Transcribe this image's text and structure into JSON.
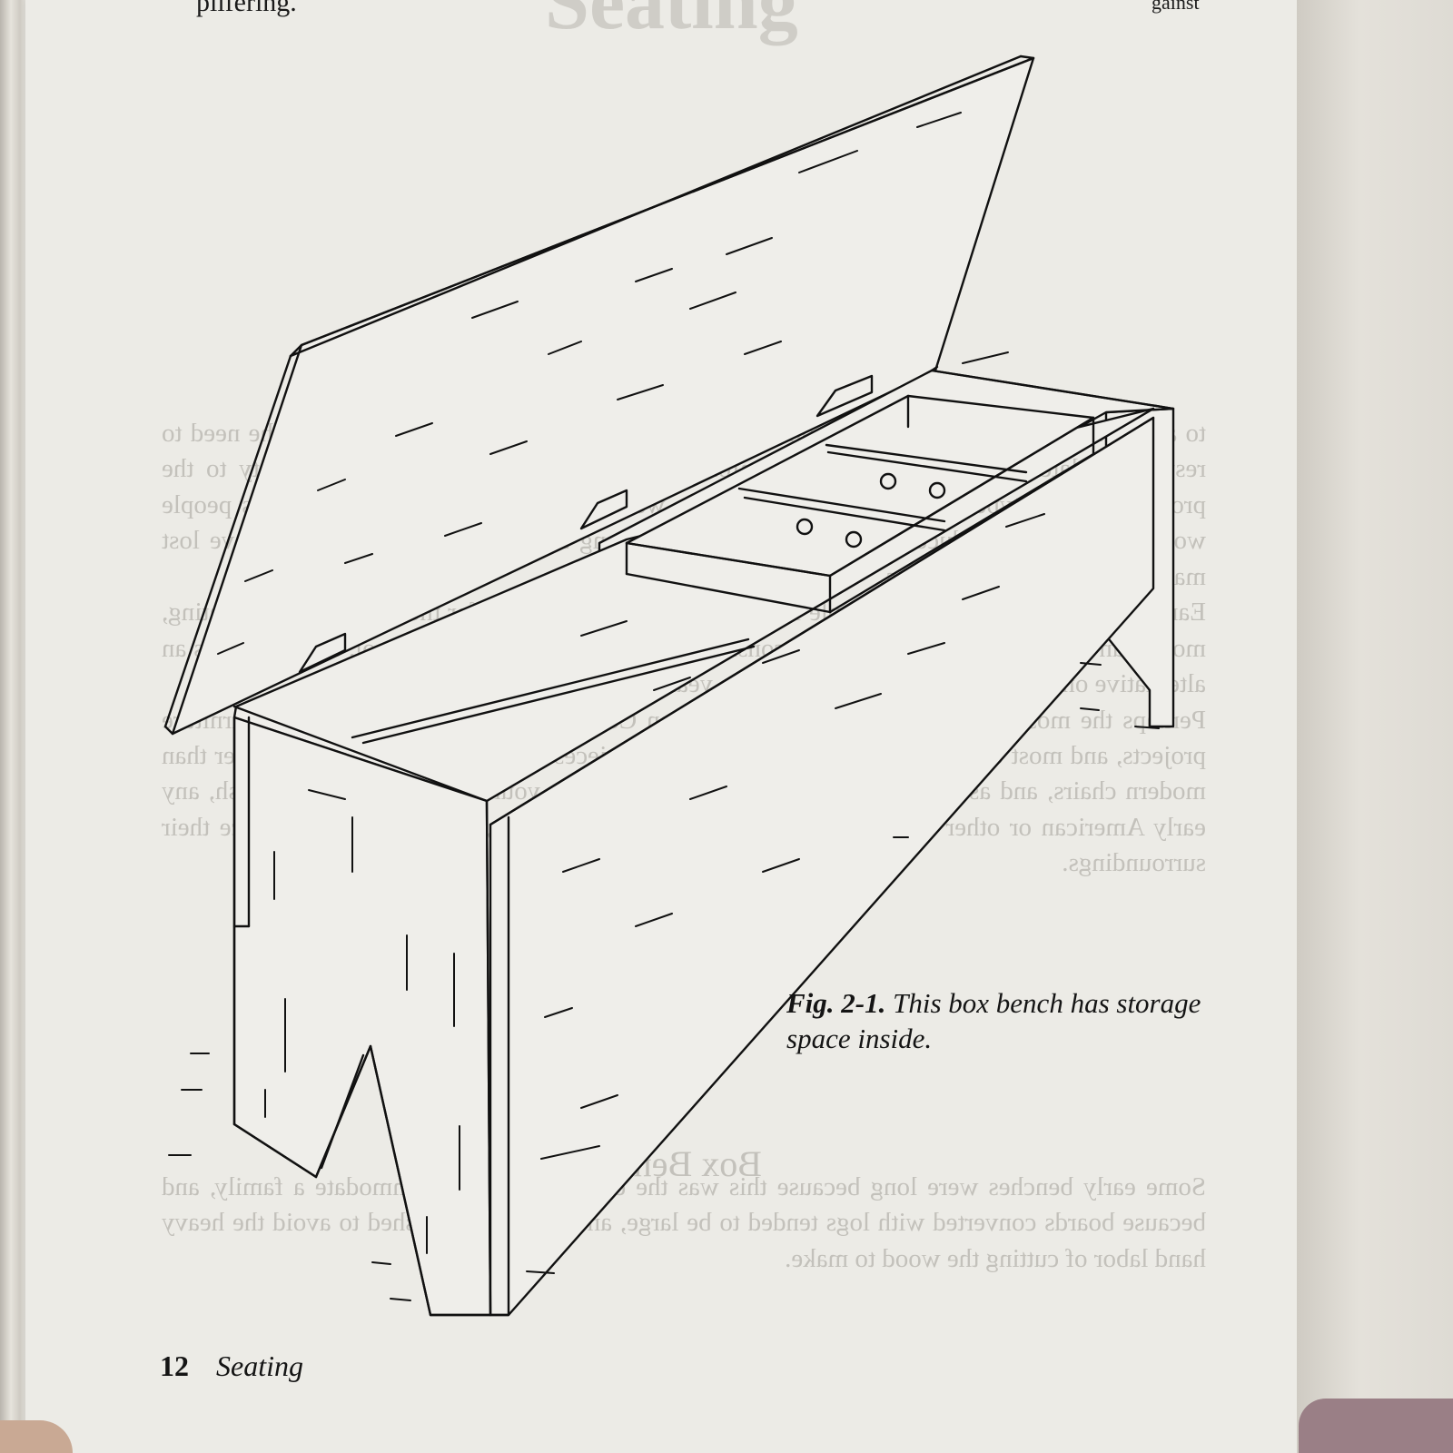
{
  "page": {
    "top_left_fragment": "pilfering.",
    "top_right_fragment": "gainst",
    "caption": {
      "figure_label": "Fig. 2-1.",
      "text": "This box bench has storage space inside."
    },
    "footer": {
      "page_number": "12",
      "section": "Seating"
    }
  },
  "illustration": {
    "icon": "box-bench-drawing-icon"
  }
}
